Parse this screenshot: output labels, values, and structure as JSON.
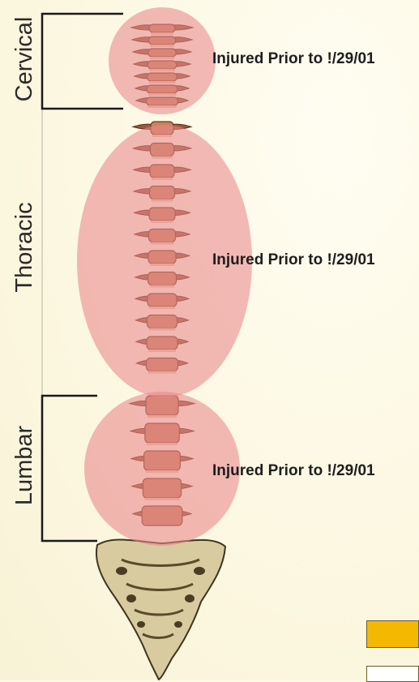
{
  "regions": [
    {
      "label": "Cervical",
      "annotation": "Injured Prior to !/29/01"
    },
    {
      "label": "Thoracic",
      "annotation": "Injured Prior to !/29/01"
    },
    {
      "label": "Lumbar",
      "annotation": "Injured Prior to !/29/01"
    }
  ],
  "colors": {
    "highlight": "#e8888b",
    "bone": "#c8825e",
    "sacrum": "#d9cba0",
    "legend_injured": "#f5b800",
    "legend_blank": "#ffffff",
    "bracket": "#1a1a1a"
  }
}
